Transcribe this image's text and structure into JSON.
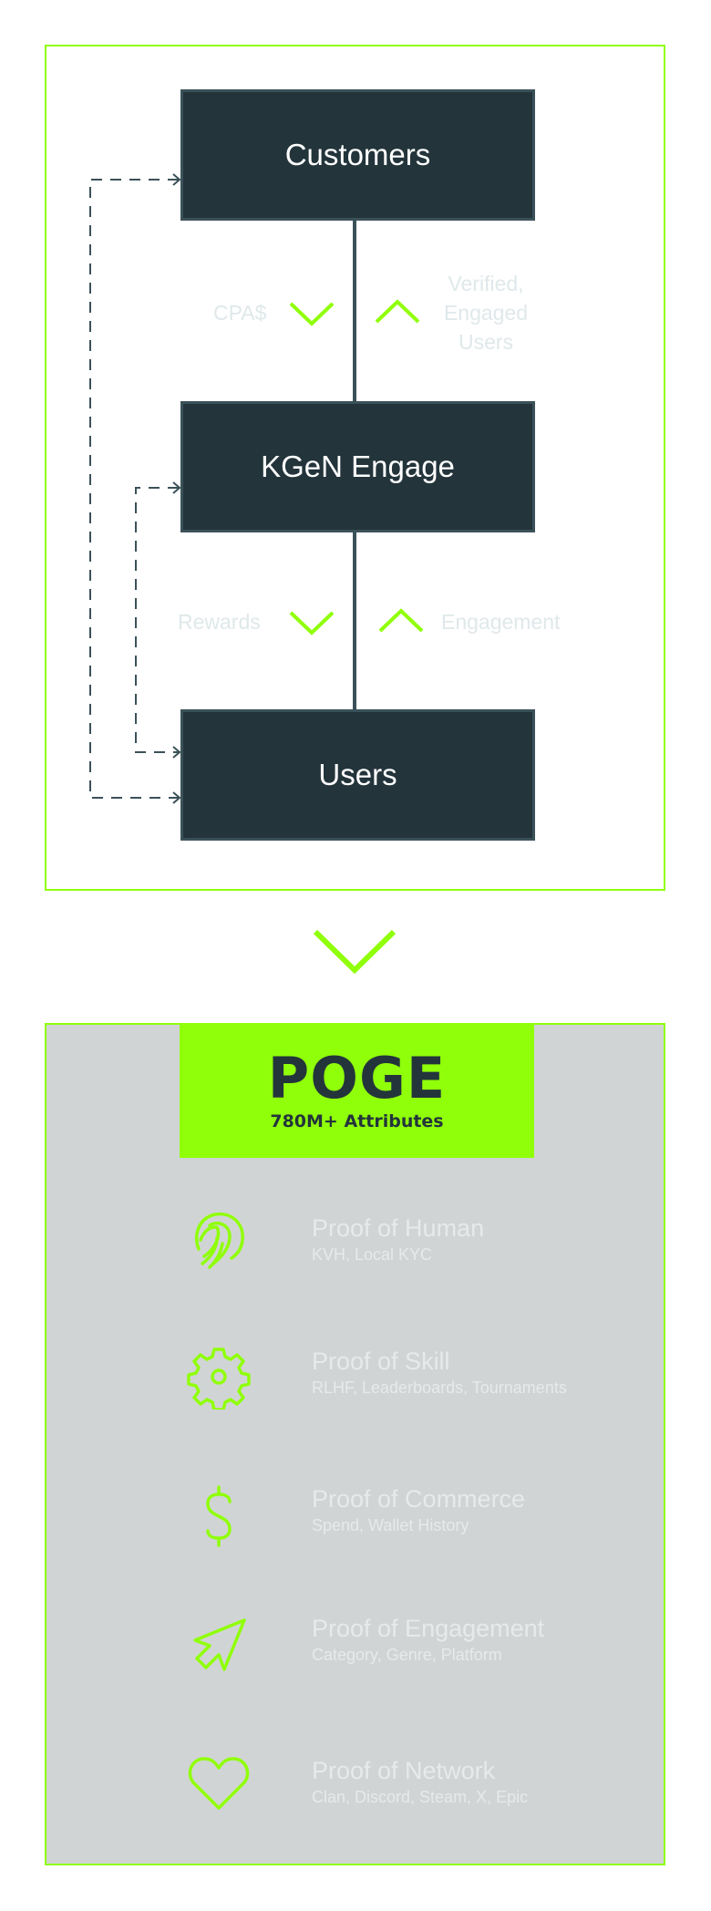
{
  "flow": {
    "nodes": {
      "customers": "Customers",
      "kgen_engage": "KGeN Engage",
      "users": "Users"
    },
    "labels": {
      "cpa": "CPA$",
      "verified_users": [
        "Verified,",
        "Engaged",
        "Users"
      ],
      "rewards": "Rewards",
      "engagement": "Engagement"
    }
  },
  "poge": {
    "title": "POGE",
    "subtitle": "780M+ Attributes",
    "items": [
      {
        "icon": "fingerprint-icon",
        "title": "Proof of Human",
        "desc": "KVH, Local KYC"
      },
      {
        "icon": "gear-icon",
        "title": "Proof of Skill",
        "desc": "RLHF, Leaderboards, Tournaments"
      },
      {
        "icon": "dollar-icon",
        "title": "Proof of Commerce",
        "desc": "Spend, Wallet History"
      },
      {
        "icon": "cursor-arrow-icon",
        "title": "Proof of Engagement",
        "desc": "Category, Genre, Platform"
      },
      {
        "icon": "heart-icon",
        "title": "Proof of Network",
        "desc": "Clan, Discord, Steam, X, Epic"
      }
    ]
  },
  "colors": {
    "accent": "#90ff0a",
    "node_fill": "#23343b",
    "panel_bg": "#d1d4d5",
    "label_text": "#dfe8ea"
  }
}
